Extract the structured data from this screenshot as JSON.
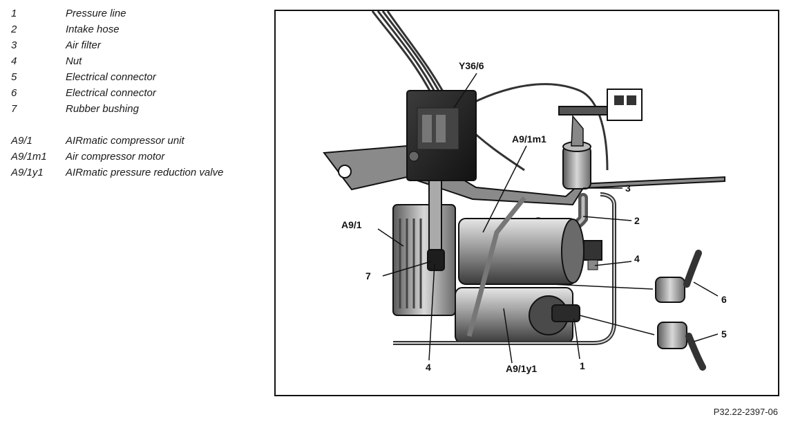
{
  "legend": {
    "items": [
      {
        "code": "1",
        "label": "Pressure line"
      },
      {
        "code": "2",
        "label": "Intake hose"
      },
      {
        "code": "3",
        "label": "Air filter"
      },
      {
        "code": "4",
        "label": "Nut"
      },
      {
        "code": "5",
        "label": "Electrical connector"
      },
      {
        "code": "6",
        "label": "Electrical connector"
      },
      {
        "code": "7",
        "label": "Rubber bushing"
      }
    ],
    "components": [
      {
        "code": "A9/1",
        "label": "AIRmatic compressor unit"
      },
      {
        "code": "A9/1m1",
        "label": "Air compressor motor"
      },
      {
        "code": "A9/1y1",
        "label": "AIRmatic pressure reduction valve"
      }
    ]
  },
  "diagram": {
    "callouts": {
      "y36_6": "Y36/6",
      "a9_1m1": "A9/1m1",
      "a9_1": "A9/1",
      "a9_1y1": "A9/1y1",
      "n1": "1",
      "n2": "2",
      "n3": "3",
      "n4_right": "4",
      "n4_bottom": "4",
      "n5": "5",
      "n6": "6",
      "n7": "7"
    }
  },
  "reference": "P32.22-2397-06"
}
